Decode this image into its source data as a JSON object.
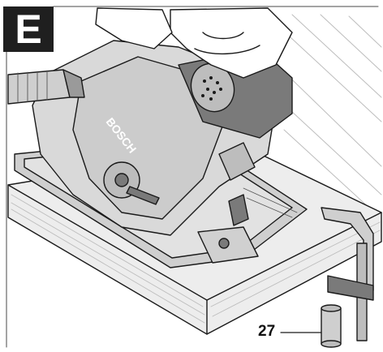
{
  "figure": {
    "panel_label": "E",
    "callouts": [
      {
        "number": "27"
      }
    ],
    "saw_brand": "BOSCH"
  },
  "colors": {
    "label_bg": "#1f1f1f",
    "line": "#1a1a1a",
    "board_fill": "#ededed",
    "tool_fill": "#d9d9d9",
    "dark_fill": "#7a7a7a"
  }
}
